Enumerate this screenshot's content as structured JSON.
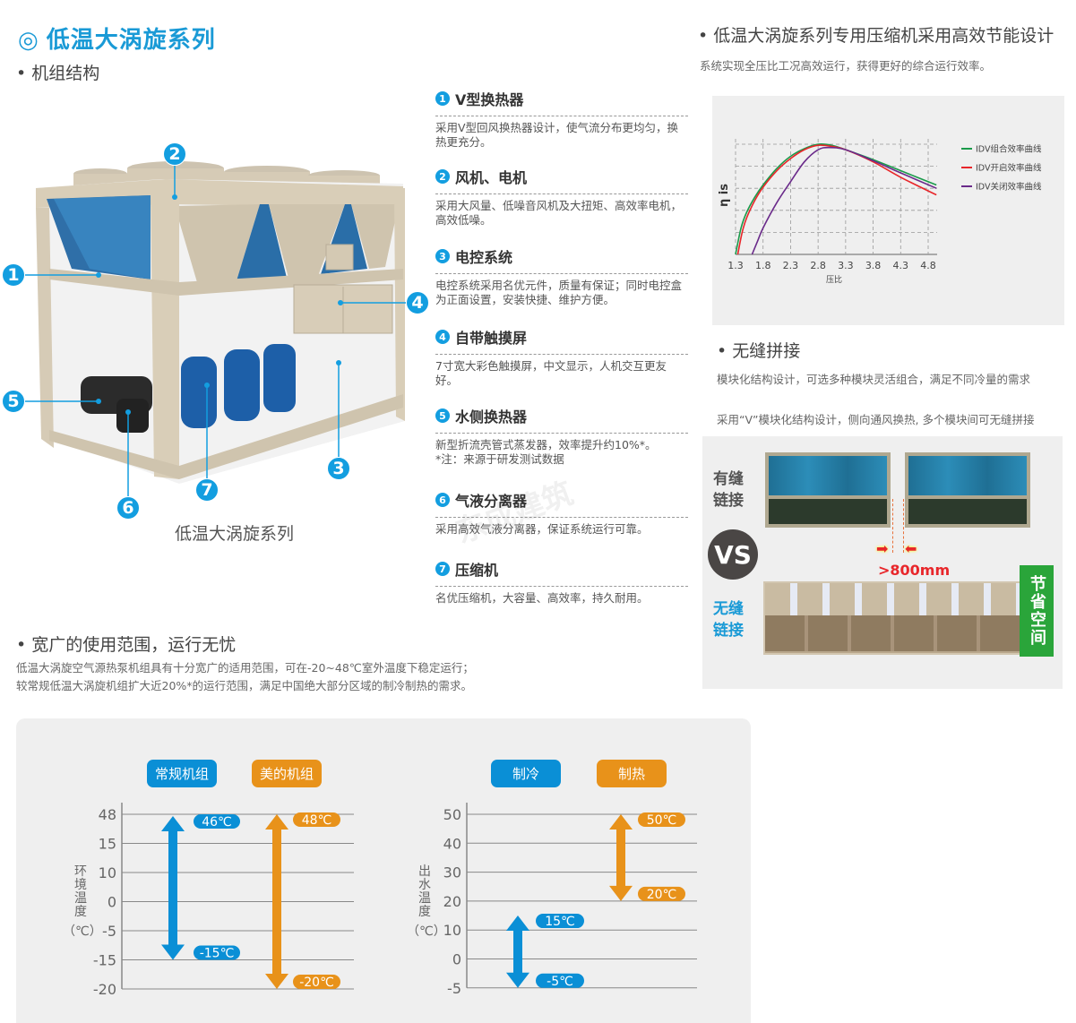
{
  "header": {
    "ring_icon": "◎",
    "title": "低温大涡旋系列",
    "section_structure": "• 机组结构",
    "caption": "低温大涡旋系列"
  },
  "callouts": [
    "1",
    "2",
    "3",
    "4",
    "5",
    "6",
    "7"
  ],
  "features": [
    {
      "num": "1",
      "title": "V型换热器",
      "desc": "采用V型回风换热器设计，使气流分布更均匀，换热更充分。"
    },
    {
      "num": "2",
      "title": "风机、电机",
      "desc": "采用大风量、低噪音风机及大扭矩、高效率电机，高效低噪。"
    },
    {
      "num": "3",
      "title": "电控系统",
      "desc": "电控系统采用名优元件，质量有保证；同时电控盒为正面设置，安装快捷、维护方便。"
    },
    {
      "num": "4",
      "title": "自带触摸屏",
      "desc": "7寸宽大彩色触摸屏，中文显示，人机交互更友好。"
    },
    {
      "num": "5",
      "title": "水侧换热器",
      "desc": "新型折流壳管式蒸发器，效率提升约10%*。\n*注：来源于研发测试数据"
    },
    {
      "num": "6",
      "title": "气液分离器",
      "desc": "采用高效气液分离器，保证系统运行可靠。"
    },
    {
      "num": "7",
      "title": "压缩机",
      "desc": "名优压缩机，大容量、高效率，持久耐用。"
    }
  ],
  "watermark": "东成建筑",
  "compressor": {
    "title": "• 低温大涡旋系列专用压缩机采用高效节能设计",
    "desc": "系统实现全压比工况高效运行，获得更好的综合运行效率。"
  },
  "seamless": {
    "title": "• 无缝拼接",
    "desc1": "模块化结构设计，可选多种模块灵活组合，满足不同冷量的需求",
    "desc2": "采用“V”模块化结构设计，侧向通风换热, 多个模块间可无缝拼接",
    "gap_label": "有缝\n链接",
    "nogap_label": "无缝\n链接",
    "vs": "VS",
    "distance": ">800mm",
    "save_space": "节省空间"
  },
  "range": {
    "title": "• 宽广的使用范围，运行无忧",
    "desc1": "低温大涡旋空气源热泵机组具有十分宽广的适用范围，可在-20~48℃室外温度下稳定运行；",
    "desc2": "较常规低温大涡旋机组扩大近20%*的运行范围，满足中国绝大部分区域的制冷制热的需求。"
  },
  "colors": {
    "blue": "#0a8fd6",
    "orange": "#e8921a",
    "green": "#1a9a4a",
    "red": "#e8262a",
    "purple": "#6a2a8a",
    "accent": "#1a9ad6"
  },
  "chart_data": [
    {
      "type": "line",
      "title": "",
      "xlabel": "压比",
      "ylabel": "η is",
      "xticks": [
        "1.3",
        "1.8",
        "2.3",
        "2.8",
        "3.3",
        "3.8",
        "4.3",
        "4.8"
      ],
      "xlim": [
        1.3,
        4.95
      ],
      "ylim": [
        0,
        100
      ],
      "grid": true,
      "legend": "right",
      "series": [
        {
          "name": "IDV组合效率曲线",
          "color": "#1a9a4a",
          "x": [
            1.3,
            1.4,
            1.5,
            1.65,
            1.8,
            2.05,
            2.3,
            2.55,
            2.8,
            3.05,
            3.3,
            3.8,
            4.3,
            4.95
          ],
          "y": [
            0,
            24,
            38,
            52,
            63,
            78,
            89,
            96,
            100,
            99,
            95,
            86,
            76,
            63
          ]
        },
        {
          "name": "IDV开启效率曲线",
          "color": "#e8262a",
          "x": [
            1.34,
            1.42,
            1.5,
            1.65,
            1.8,
            2.05,
            2.3,
            2.55,
            2.8,
            3.05,
            3.3,
            3.8,
            4.3,
            4.95
          ],
          "y": [
            0,
            20,
            33,
            49,
            61,
            76,
            87,
            95,
            99,
            98,
            95,
            84,
            70,
            54
          ]
        },
        {
          "name": "IDV关闭效率曲线",
          "color": "#6a2a8a",
          "x": [
            1.6,
            1.7,
            1.8,
            2.05,
            2.3,
            2.55,
            2.8,
            3.0,
            3.3,
            3.8,
            4.3,
            4.95
          ],
          "y": [
            0,
            12,
            24,
            47,
            66,
            84,
            95,
            97,
            95,
            85,
            74,
            60
          ]
        }
      ]
    },
    {
      "type": "range",
      "ylabel": [
        "环",
        "境",
        "温",
        "度",
        "（℃）"
      ],
      "yticks": [
        48,
        15,
        10,
        0,
        -5,
        -15,
        -20
      ],
      "series": [
        {
          "name": "常规机组",
          "color": "#0a8fd6",
          "min": -15,
          "max": 46,
          "min_label": "-15℃",
          "max_label": "46℃"
        },
        {
          "name": "美的机组",
          "color": "#e8921a",
          "min": -20,
          "max": 48,
          "min_label": "-20℃",
          "max_label": "48℃"
        }
      ]
    },
    {
      "type": "range",
      "ylabel": [
        "出",
        "水",
        "温",
        "度",
        "（℃）"
      ],
      "yticks": [
        50,
        40,
        30,
        20,
        10,
        0,
        -5
      ],
      "series": [
        {
          "name": "制冷",
          "color": "#0a8fd6",
          "min": -5,
          "max": 15,
          "min_label": "-5℃",
          "max_label": "15℃"
        },
        {
          "name": "制热",
          "color": "#e8921a",
          "min": 20,
          "max": 50,
          "min_label": "20℃",
          "max_label": "50℃"
        }
      ]
    }
  ]
}
